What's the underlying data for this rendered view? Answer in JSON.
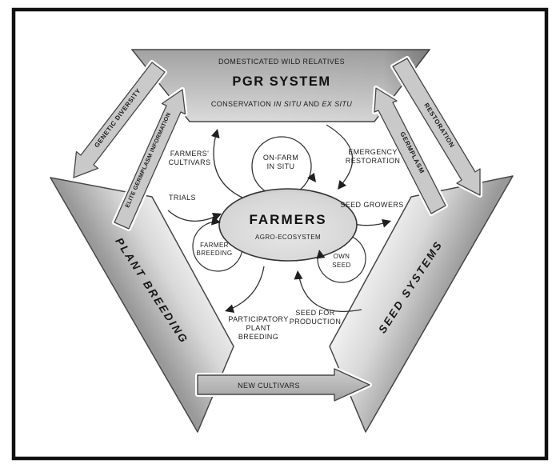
{
  "diagram": {
    "pgr": {
      "domesticated": "DOMESTICATED WILD RELATIVES",
      "title": "PGR SYSTEM",
      "conservation": [
        "CONSERVATION ",
        "IN SITU",
        " AND ",
        "EX SITU"
      ]
    },
    "ribbons": {
      "genetic_diversity": "GENETIC DIVERSITY",
      "elite_germplasm": "ELITE GERMPLASM INFORMATION",
      "restoration": "RESTORATION",
      "germplasm": "GERMPLASM"
    },
    "bands": {
      "plant_breeding": "PLANT BREEDING",
      "seed_systems": "SEED SYSTEMS",
      "new_cultivars": "NEW CULTIVARS"
    },
    "center": {
      "title": "FARMERS",
      "subtitle": "AGRO-ECOSYSTEM"
    },
    "nodes": {
      "farmers_cultivars": [
        "FARMERS'",
        "CULTIVARS"
      ],
      "on_farm": [
        "ON-FARM",
        "IN SITU"
      ],
      "emergency_restoration": [
        "EMERGENCY",
        "RESTORATION"
      ],
      "trials": [
        "TRIALS"
      ],
      "seed_growers": [
        "SEED GROWERS"
      ],
      "farmer_breeding": [
        "FARMER",
        "BREEDING"
      ],
      "own_seed": [
        "OWN",
        "SEED"
      ],
      "seed_for_production": [
        "SEED FOR",
        "PRODUCTION"
      ],
      "participatory": [
        "PARTICIPATORY",
        "PLANT",
        "BREEDING"
      ]
    },
    "colors": {
      "band_dark": "#9b9b9b",
      "band_light": "#f1f1f1",
      "ribbon_fill": "#c9c9c9",
      "outline": "#474747",
      "arrowhead": "#1f1f1f",
      "frame": "#111111",
      "background": "#ffffff"
    }
  }
}
